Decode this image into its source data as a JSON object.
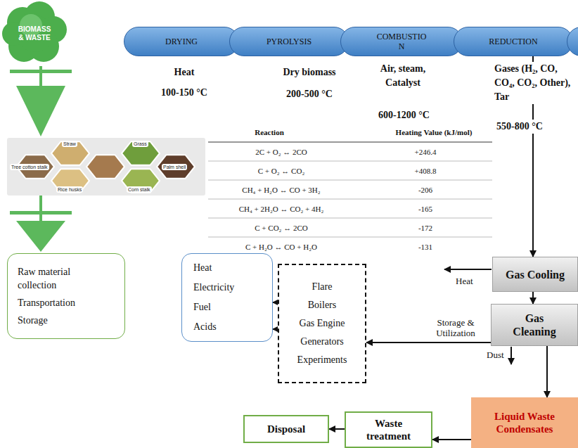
{
  "diagram": {
    "nodes": [
      {
        "text": [
          "BIOMASS & WASTE"
        ]
      },
      {
        "text": [
          "DRYING"
        ]
      },
      {
        "text": [
          "PYROLYSIS"
        ]
      },
      {
        "text": [
          "COMBUSTIO N"
        ]
      },
      {
        "text": [
          "REDUCTION"
        ]
      },
      {
        "text": [
          "Straw",
          "Grass",
          "Tree cotton stalk",
          "Palm shell",
          "Rice husks",
          "Corn stalk"
        ]
      },
      {
        "text": [
          "Raw material collection",
          "Transportation",
          "Storage"
        ]
      },
      {
        "text": [
          "Heat",
          "Electricity",
          "Fuel",
          "Acids"
        ]
      },
      {
        "text": [
          "Flare",
          "Boilers",
          "Gas Engine",
          "Generators",
          "Experiments"
        ]
      },
      {
        "text": [
          "Gas Cooling"
        ]
      },
      {
        "text": [
          "Gas Cleaning"
        ]
      },
      {
        "text": [
          "Liquid Waste Condensates"
        ]
      },
      {
        "text": [
          "Waste treatment"
        ]
      },
      {
        "text": [
          "Disposal"
        ]
      }
    ],
    "edges": [
      {
        "from": 0,
        "to": 5,
        "arrow": "to"
      },
      {
        "from": 5,
        "to": 6,
        "arrow": "to"
      },
      {
        "from": 4,
        "to": 9,
        "arrow": "to"
      },
      {
        "from": 9,
        "to": 10,
        "arrow": "to"
      },
      {
        "from": 10,
        "to": 8,
        "label": "Storage & Utilization",
        "arrow": "to"
      },
      {
        "from": 8,
        "to": 7,
        "arrow": "to"
      },
      {
        "from": 8,
        "to": 7,
        "arrow": "to"
      },
      {
        "from": 10,
        "to": 11,
        "arrow": "to"
      },
      {
        "from": 11,
        "to": 12,
        "arrow": "to"
      },
      {
        "from": 12,
        "to": 13,
        "arrow": "to"
      }
    ],
    "labels": [
      "Heat",
      "100-150 °C",
      "Dry biomass",
      "200-500 °C",
      "Air, steam, Catalyst",
      "600-1200 °C",
      "Gases (H₂, CO, CO₄, CO₂, Other), Tar",
      "550-800 °C",
      "Reaction",
      "Heating Value (kJ/mol)",
      "2C + O₂ ↔ 2CO",
      "+246.4",
      "C + O₂ ↔ CO₂",
      "+408.8",
      "CH₄ + H₂O ↔ CO + 3H₂",
      "-206",
      "CH₄ + 2H₂O ↔ CO₂ + 4H₂",
      "-165",
      "C + CO₂ ↔ 2CO",
      "-172",
      "C + H₂O ↔ CO + H₂O",
      "-131",
      "Heat",
      "Dust"
    ]
  }
}
